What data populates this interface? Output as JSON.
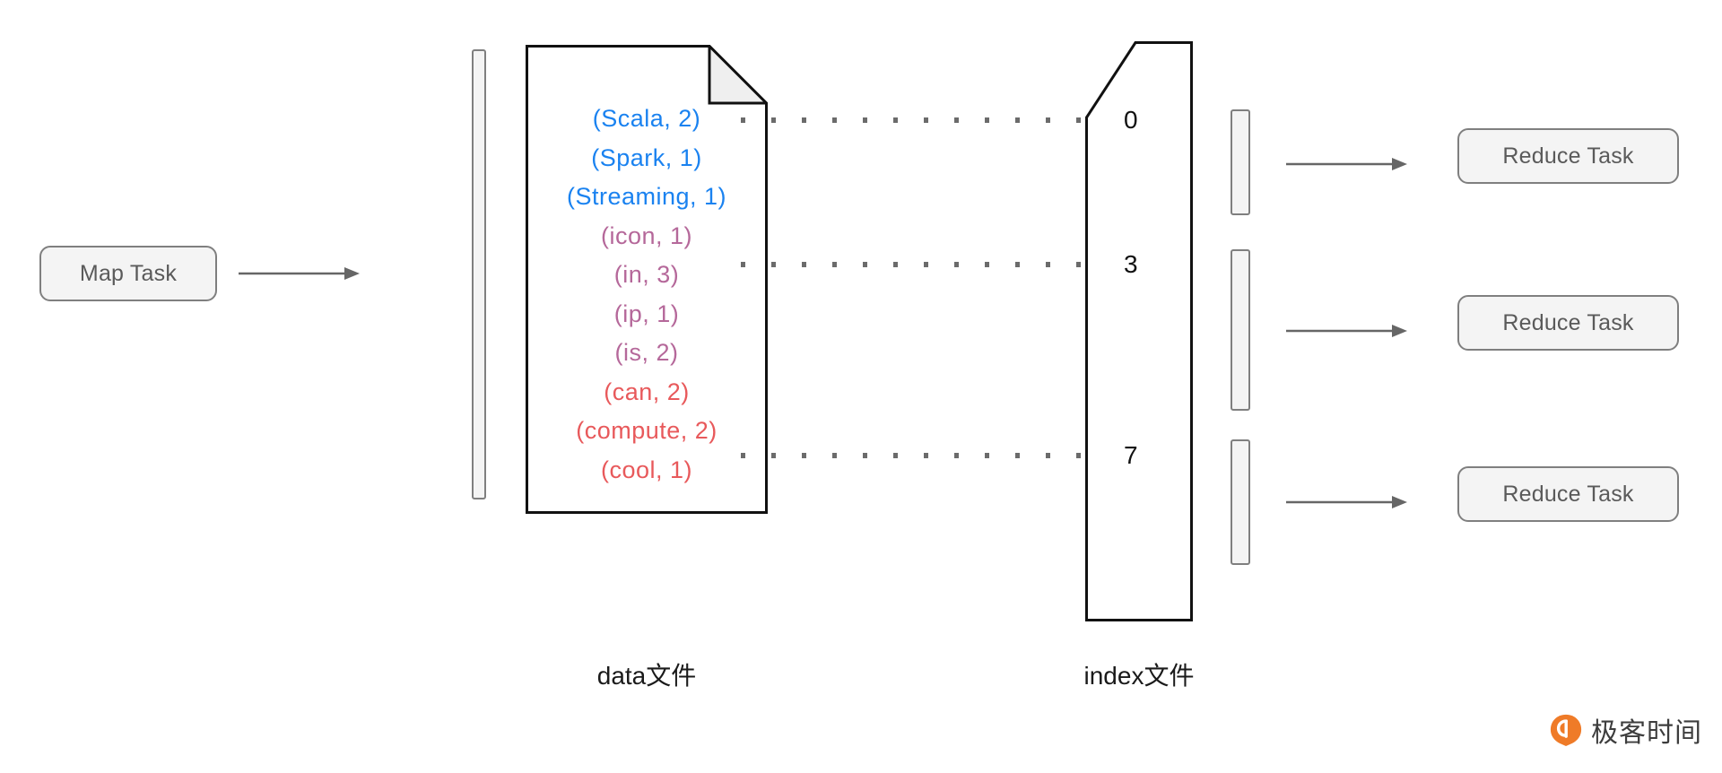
{
  "diagram": {
    "title": "Spark Shuffle data and index file mapping to Reduce Tasks",
    "colors": {
      "blue": "#1a82f0",
      "purple": "#b5689a",
      "red": "#e8595b",
      "box_border": "#7f7f7f",
      "box_fill": "#f4f4f4",
      "box_text": "#5a5a5a",
      "file_border": "#111111",
      "arrow": "#666666",
      "dot": "#6b6b6b",
      "logo_orange": "#ef7b28"
    }
  },
  "map_task": {
    "label": "Map Task"
  },
  "data_file": {
    "caption": "data文件",
    "rows": [
      {
        "key": "(Scala,",
        "value": "2)",
        "color": "blue",
        "partition": 0
      },
      {
        "key": "(Spark,",
        "value": "1)",
        "color": "blue",
        "partition": 0
      },
      {
        "key": "(Streaming,",
        "value": "1)",
        "color": "blue",
        "partition": 0
      },
      {
        "key": "(icon,",
        "value": "1)",
        "color": "purple",
        "partition": 1
      },
      {
        "key": "(in,",
        "value": "3)",
        "color": "purple",
        "partition": 1
      },
      {
        "key": "(ip,",
        "value": "1)",
        "color": "purple",
        "partition": 1
      },
      {
        "key": "(is,",
        "value": "2)",
        "color": "purple",
        "partition": 1
      },
      {
        "key": "(can,",
        "value": "2)",
        "color": "red",
        "partition": 2
      },
      {
        "key": "(compute,",
        "value": "2)",
        "color": "red",
        "partition": 2
      },
      {
        "key": "(cool,",
        "value": "1)",
        "color": "red",
        "partition": 2
      }
    ]
  },
  "index_file": {
    "caption": "index文件",
    "offsets": [
      "0",
      "3",
      "7"
    ]
  },
  "reduce_tasks": [
    {
      "label": "Reduce Task"
    },
    {
      "label": "Reduce Task"
    },
    {
      "label": "Reduce Task"
    }
  ],
  "logo": {
    "text": "极客时间"
  }
}
